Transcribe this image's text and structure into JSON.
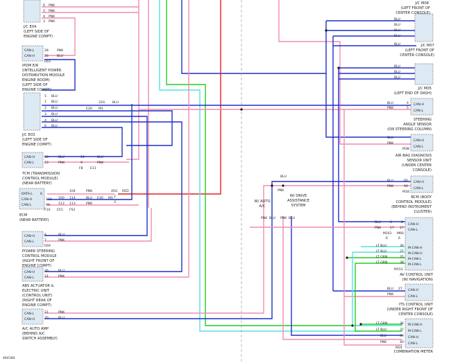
{
  "figure_id": "464184",
  "components": {
    "jc_e04": {
      "name": "J/C E04",
      "location": [
        "(LEFT SIDE OF",
        "ENGINE COMPT)"
      ],
      "pins": [
        "6",
        "5",
        "4",
        "3"
      ],
      "wires": [
        "PNK",
        "PNK",
        "PNK",
        "PNK"
      ]
    },
    "ipdm": {
      "pins": [
        "CAN-L",
        "CAN-H"
      ],
      "nums": [
        "28",
        "26"
      ],
      "wires": [
        "PNK",
        "BLU"
      ],
      "connector": "E63",
      "lines": [
        "IPDM E/R",
        "(INTELLIGENT POWER",
        "DISTRIBUTION MODULE",
        "ENGINE ROOM)",
        "(LEFT SIDE OF",
        "ENGINE COMPT)"
      ]
    },
    "jc_e03": {
      "nums": [
        "5",
        "1",
        "2",
        "3",
        "4",
        "6"
      ],
      "wires": [
        "BLU",
        "BLU",
        "BLU",
        "BLU",
        "BLU",
        "BLU"
      ],
      "lines": [
        "J/C E03",
        "(LEFT SIDE OF",
        "ENGINE COMPT)"
      ],
      "splice_num": "22G",
      "splice_wire": "BLU",
      "conn_a": "E30",
      "conn_b": "M1"
    },
    "tcm": {
      "pins": [
        "CAN-H",
        "CAN-L"
      ],
      "nums": [
        "33",
        "23"
      ],
      "wires": [
        "BLU",
        "PNK"
      ],
      "right_nums": [
        "10",
        "9"
      ],
      "right_wires": [
        "BLU",
        "PNK"
      ],
      "conn_a": "F8",
      "conn_b": "E11",
      "lines": [
        "TCM (TRANSMISSION",
        "CONTROL MODULE)",
        "(NEAR BATTERY)"
      ]
    },
    "ecm": {
      "pins": [
        "DATA-L",
        "CAN-H",
        "CAN-L"
      ],
      "nums": [
        "6",
        "100",
        "99"
      ],
      "mid_nums": [
        "104",
        "114",
        "113"
      ],
      "mid_wires": [
        "PNK",
        "BLU",
        "PNK"
      ],
      "inner_nums": [
        "",
        "100",
        "113"
      ],
      "conn": [
        "F10",
        "E51",
        "F52"
      ],
      "conn_nums": [
        "45G",
        "2",
        "3"
      ],
      "conn_wire": "RED",
      "conn_a": "E30",
      "conn_b": "M1",
      "lines": [
        "ECM",
        "(NEAR BATTERY)"
      ]
    },
    "power_steering": {
      "pins": [
        "CAN-H",
        "CAN-L"
      ],
      "nums": [
        "6",
        "7"
      ],
      "wires": [
        "BLU",
        "PNK"
      ],
      "connector": "E69",
      "lines": [
        "POWER STEERING",
        "CONTROL MODULE",
        "(RIGHT FRONT OF",
        "ENGINE COMPT)"
      ]
    },
    "abs": {
      "pins": [
        "CAN-H",
        "CAN-L"
      ],
      "nums": [
        "26",
        "14"
      ],
      "wires": [
        "BLU",
        "PNK"
      ],
      "lines": [
        "ABS ACTUATOR &",
        "ELECTRIC UNIT",
        "(CONTROL UNIT)",
        "(RIGHT REAR OF",
        "ENGINE COMPT)"
      ]
    },
    "ac_amp": {
      "pins": [
        "CAN-L",
        "CAN-H"
      ],
      "nums": [
        "21",
        "20"
      ],
      "wires": [
        "PNK",
        "BLU"
      ],
      "lines": [
        "A/C AUTO AMP",
        "(BEHIND A/C",
        "SWITCH ASSEMBLY)"
      ]
    },
    "jc_m08": {
      "lines": [
        "J/C M08",
        "(LEFT FRONT OF",
        "CENTER CONSOLE)"
      ],
      "wires": [
        "BLU",
        "BLU",
        "BLU",
        "BLU",
        "BLU"
      ]
    },
    "jc_m07": {
      "lines": [
        "J/C M07",
        "(LEFT FRONT OF",
        "CENTER CONSOLE)"
      ]
    },
    "jc_m05": {
      "lines": [
        "J/C M05",
        "(LEFT END OF DASH)"
      ],
      "wires": [
        "BLU",
        "BLU",
        "BLU"
      ]
    },
    "steering_sensor": {
      "pins": [
        "CAN-H",
        "CAN-L"
      ],
      "nums": [
        "4",
        "5"
      ],
      "wires": [
        "BLU",
        "PNK"
      ],
      "lines": [
        "STEERING",
        "ANGLE SENSOR",
        "(ON STEERING COLUMN)"
      ]
    },
    "airbag": {
      "pins": [
        "CAN-H",
        "CAN-L"
      ],
      "nums": [
        "",
        ""
      ],
      "wires": [
        "BLU",
        "PNK"
      ],
      "connector": "M38",
      "lines": [
        "AIR BAG DIAGNOSIS",
        "SENSOR UNIT",
        "(UNDER CENTER",
        "CONSOLE)"
      ]
    },
    "bcm": {
      "pins": [
        "CAN-H",
        "CAN-L"
      ],
      "nums": [
        "60",
        "59"
      ],
      "wires": [
        "BLU",
        "PNK"
      ],
      "connector": "M18",
      "lines": [
        "BCM (BODY",
        "CONTROL MODULE)",
        "(BEHIND INSTRUMENT",
        "CLUSTER)"
      ]
    },
    "av_control": {
      "pins": [
        "CAN-H",
        "CAN-L",
        "M-CAN-H",
        "M-CAN-H",
        "M-CAN-L",
        "M-CAN-L"
      ],
      "nums": [
        "8",
        "17",
        "36",
        "37",
        "35",
        "38"
      ],
      "alt_nums": [
        "6",
        "17"
      ],
      "wires": [
        "BLU",
        "PNK",
        "LT BLU",
        "LT BLU",
        "LT GRN",
        "LT GRN"
      ],
      "conns": [
        "M161",
        "M66"
      ],
      "conn_nums": [
        "6",
        "6"
      ],
      "connector": "M153",
      "lines": [
        "AV CONTROL UNIT",
        "(W/ NAVIGATION)"
      ]
    },
    "its_control": {
      "pins": [
        "CAN-H",
        "CAN-L"
      ],
      "nums": [
        "27",
        ""
      ],
      "wires": [
        "BLU",
        "PNK"
      ],
      "lines": [
        "ITS CONTROL UNIT",
        "(UNDER RIGHT FRONT OF",
        "CENTER CONSOLE)"
      ]
    },
    "combination_meter": {
      "pins": [
        "M-CAN-H",
        "M-CAN-L",
        "CAN-H",
        "CAN-L"
      ],
      "nums": [
        "36",
        "37",
        "39",
        "40"
      ],
      "wires": [
        "LT GRN",
        "LT BLU",
        "BLU",
        "PNK"
      ],
      "connector": "M24",
      "lines": [
        "COMBINATION METER"
      ]
    },
    "w_auto_ac": {
      "lines": [
        "W/ AUTO",
        "A/C"
      ],
      "wires": [
        "PNK",
        "BLU"
      ]
    },
    "w_drive_assist": {
      "lines": [
        "W/ DRIVE",
        "ASSISTANCE",
        "SYSTEM"
      ],
      "wires": [
        "PNK",
        "BLU",
        "PNK",
        "BLU"
      ]
    }
  },
  "colors": {
    "blu": "#1f2fc8",
    "pnk": "#f08cb0",
    "red": "#e02020",
    "grn": "#22cc22",
    "cyn": "#55e0e0",
    "box": "#dde9f3"
  }
}
